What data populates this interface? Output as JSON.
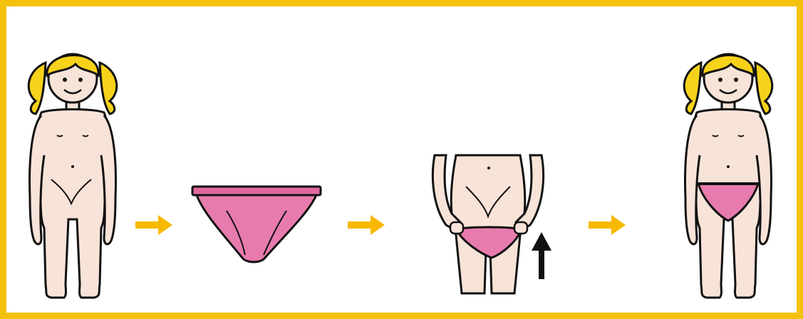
{
  "sequence": {
    "steps": [
      {
        "name": "girl-undressed"
      },
      {
        "name": "underpants"
      },
      {
        "name": "pulling-up-underpants"
      },
      {
        "name": "girl-wearing-underpants"
      }
    ]
  },
  "colors": {
    "frame": "#f4c20d",
    "arrow": "#f7b900",
    "skin": "#f8e3d8",
    "hair": "#f7d21a",
    "underwear": "#e87bae",
    "underwear_band": "#e2679f",
    "outline": "#111111",
    "up_arrow": "#111111"
  },
  "icons": [
    "girl-figure-icon",
    "right-arrow-icon",
    "underpants-icon",
    "hands-pulling-up-icon",
    "up-arrow-icon"
  ]
}
